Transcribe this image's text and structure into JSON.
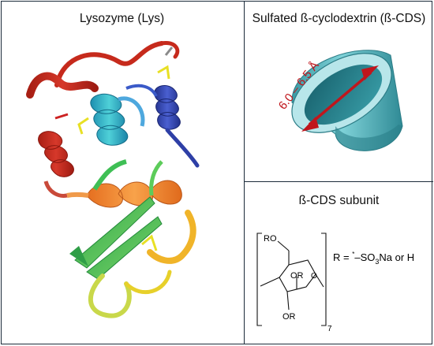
{
  "panels": {
    "lysozyme": {
      "title": "Lysozyme (Lys)"
    },
    "cyclodextrin": {
      "title": "Sulfated ß-cyclodextrin (ß-CDS)",
      "dimension_label": "6.0 – 6.5 Å"
    },
    "subunit": {
      "title": "ß-CDS subunit",
      "label_ro": "RO",
      "label_or_upper": "OR",
      "label_or_lower": "OR",
      "repeat_subscript": "7",
      "r_definition_prefix": "R = ",
      "r_definition_mark": "*",
      "r_definition_group": "–SO",
      "r_definition_sub": "3",
      "r_definition_suffix": "Na or H"
    }
  },
  "colors": {
    "frame": "#1c2b3a",
    "arrow": "#c0161c",
    "cone_fill": "#5fbcc4",
    "helix_red": "#c62a1c",
    "helix_blue": "#2e3fa6",
    "helix_cyan": "#2fb3c8",
    "strand_green": "#3fbf55",
    "helix_orange": "#f08a2a",
    "loop_yellow": "#e7c92a"
  }
}
